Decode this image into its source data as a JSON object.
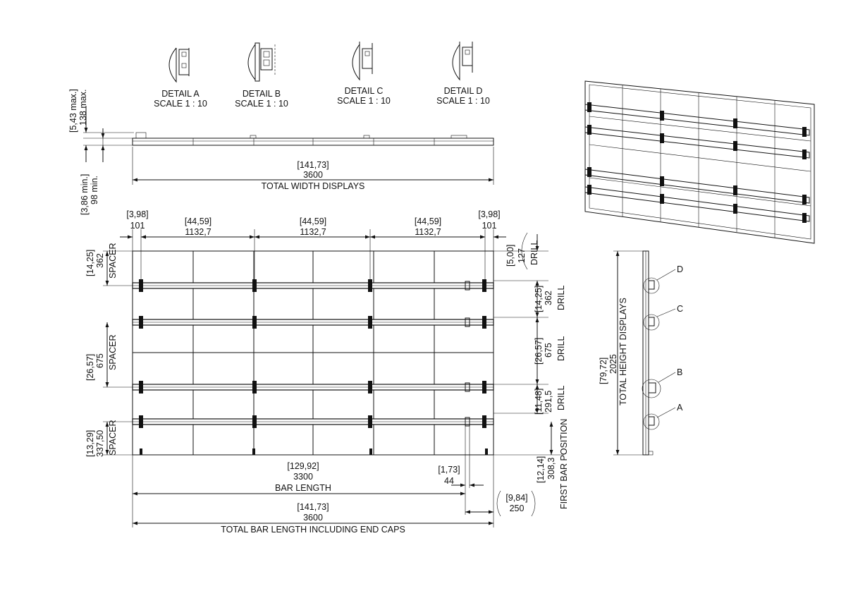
{
  "details": [
    {
      "name": "DETAIL A",
      "scale": "SCALE 1 : 10"
    },
    {
      "name": "DETAIL B",
      "scale": "SCALE 1 : 10"
    },
    {
      "name": "DETAIL C",
      "scale": "SCALE 1 : 10"
    },
    {
      "name": "DETAIL D",
      "scale": "SCALE 1 : 10"
    }
  ],
  "top_view": {
    "depth_max_in": "5,43 max.",
    "depth_max_mm": "138 max.",
    "depth_min_in": "3,86 min.",
    "depth_min_mm": "98 min.",
    "total_width_in": "141,73",
    "total_width_mm": "3600",
    "total_width_label": "TOTAL WIDTH DISPLAYS"
  },
  "front_view": {
    "top_dims": [
      {
        "in": "3,98",
        "mm": "101"
      },
      {
        "in": "44,59",
        "mm": "1132,7"
      },
      {
        "in": "44,59",
        "mm": "1132,7"
      },
      {
        "in": "44,59",
        "mm": "1132,7"
      },
      {
        "in": "3,98",
        "mm": "101"
      }
    ],
    "left_dims": [
      {
        "in": "14,25",
        "mm": "362",
        "label": "SPACER"
      },
      {
        "in": "26,57",
        "mm": "675",
        "label": "SPACER"
      },
      {
        "in": "13,29",
        "mm": "337,50",
        "label": "SPACER"
      }
    ],
    "right_dims": [
      {
        "in": "5,00",
        "mm": "127",
        "label": "DRILL"
      },
      {
        "in": "14,25",
        "mm": "362",
        "label": "DRILL"
      },
      {
        "in": "26,57",
        "mm": "675",
        "label": "DRILL"
      },
      {
        "in": "11,48",
        "mm": "291,5",
        "label": "DRILL"
      },
      {
        "in": "12,14",
        "mm": "308,3",
        "label": "FIRST BAR POSITION"
      }
    ],
    "bar_length": {
      "in": "129,92",
      "mm": "3300",
      "label": "BAR LENGTH"
    },
    "end_cap": {
      "in": "1,73",
      "mm": "44"
    },
    "offset": {
      "in": "9,84",
      "mm": "250"
    },
    "total_bar": {
      "in": "141,73",
      "mm": "3600",
      "label": "TOTAL BAR LENGTH INCLUDING END CAPS"
    }
  },
  "side_view": {
    "height_in": "79,72",
    "height_mm": "2025",
    "label": "TOTAL HEIGHT DISPLAYS",
    "callouts": [
      "D",
      "C",
      "B",
      "A"
    ]
  }
}
